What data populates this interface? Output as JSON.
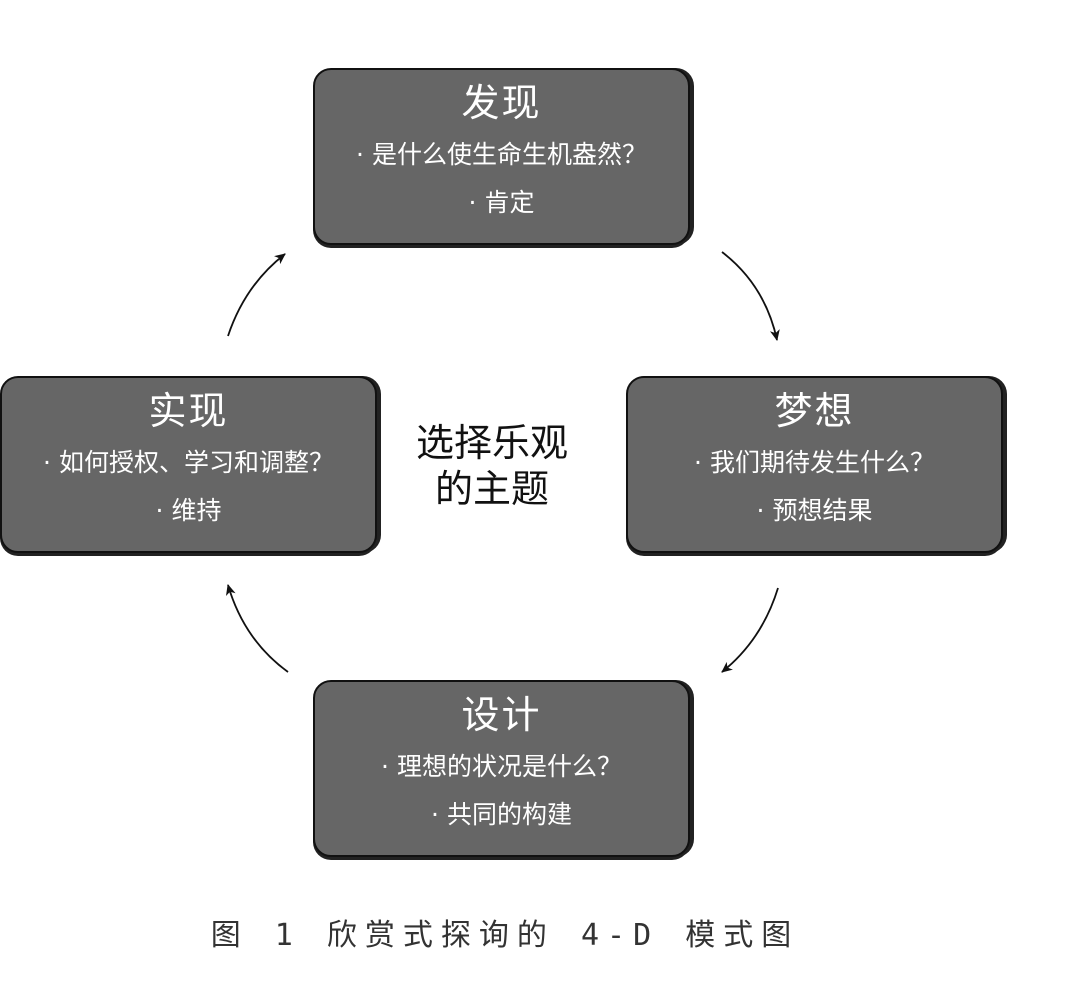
{
  "center": {
    "line1": "选择乐观",
    "line2": "的主题"
  },
  "stages": {
    "discover": {
      "title": "发现",
      "item1": "· 是什么使生命生机盎然？",
      "item2": "· 肯定"
    },
    "dream": {
      "title": "梦想",
      "item1": "· 我们期待发生什么？",
      "item2": "· 预想结果"
    },
    "design": {
      "title": "设计",
      "item1": "· 理想的状况是什么？",
      "item2": "· 共同的构建"
    },
    "destiny": {
      "title": "实现",
      "item1": "· 如何授权、学习和调整？",
      "item2": "· 维持"
    }
  },
  "caption": "图 1  欣赏式探询的 4-D 模式图",
  "colors": {
    "box_fill": "#666666",
    "box_border": "#111111",
    "text_on_box": "#ffffff",
    "arrow": "#111111"
  }
}
